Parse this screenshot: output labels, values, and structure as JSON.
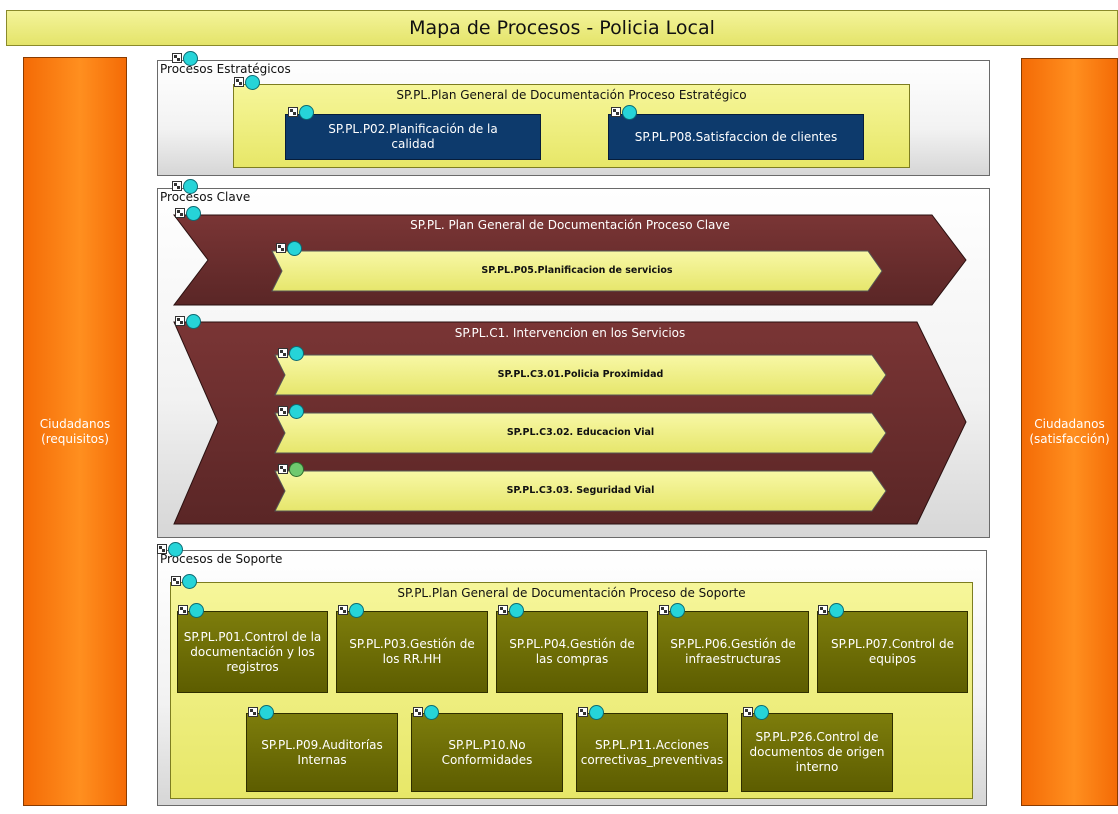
{
  "title": "Mapa de Procesos - Policia Local",
  "sides": {
    "left": "Ciudadanos\n(requisitos)",
    "right": "Ciudadanos\n(satisfacción)"
  },
  "strategic": {
    "label": "Procesos Estratégicos",
    "plan_title": "SP.PL.Plan General de Documentación Proceso Estratégico",
    "items": [
      "SP.PL.P02.Planificación de la calidad",
      "SP.PL.P08.Satisfaccion de clientes"
    ]
  },
  "key": {
    "label": "Procesos Clave",
    "plan_title": "SP.PL. Plan General de Documentación Proceso Clave",
    "plan_item": "SP.PL.P05.Planificacion  de  servicios",
    "c1_title": "SP.PL.C1. Intervencion en los Servicios",
    "c1_items": [
      "SP.PL.C3.01.Policia Proximidad",
      "SP.PL.C3.02.  Educacion  Vial",
      "SP.PL.C3.03.  Seguridad  Vial"
    ]
  },
  "support": {
    "label": "Procesos de Soporte",
    "plan_title": "SP.PL.Plan General de Documentación Proceso de Soporte",
    "row1": [
      "SP.PL.P01.Control de la documentación y los registros",
      "SP.PL.P03.Gestión de los RR.HH",
      "SP.PL.P04.Gestión de las compras",
      "SP.PL.P06.Gestión de infraestructuras",
      "SP.PL.P07.Control de equipos"
    ],
    "row2": [
      "SP.PL.P09.Auditorías Internas",
      "SP.PL.P10.No Conformidades",
      "SP.PL.P11.Acciones correctivas_preventivas",
      "SP.PL.P26.Control de documentos de origen interno"
    ]
  },
  "colors": {
    "title_bar": "#eaea7a",
    "side": "#ff7f0e",
    "navy": "#0d3a6c",
    "olive": "#6b6b05",
    "chevron_dark": "#6b2e2e",
    "chevron_light": "#f2f28a",
    "marker": "#26d4d8"
  }
}
